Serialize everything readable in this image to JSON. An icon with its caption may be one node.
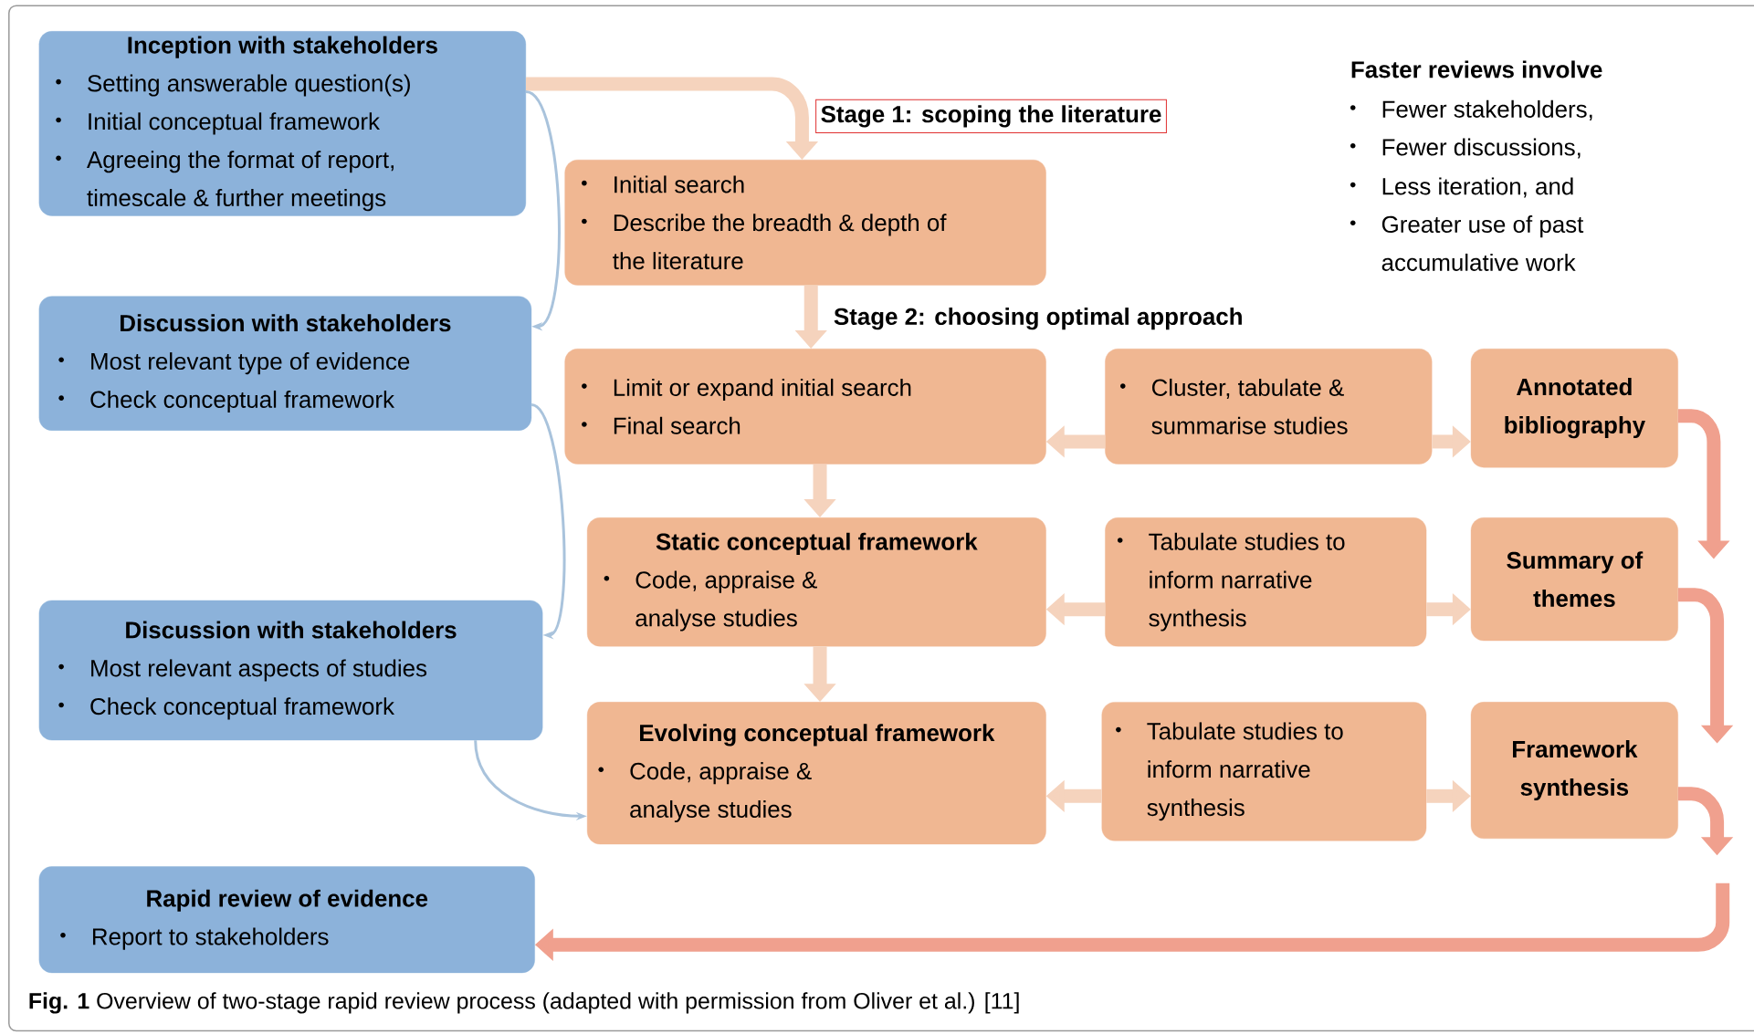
{
  "diagram": {
    "caption": "**Fig. 1** Overview of two-stage rapid review process (adapted with permission from Oliver et al.) [11]",
    "nodes": [
      {
        "text": [
          "Inception with stakeholders",
          "Setting answerable question(s)",
          "Initial conceptual framework",
          "Agreeing the format of report, timescale & further meetings"
        ]
      },
      {
        "text": [
          "Discussion with stakeholders",
          "Most relevant type of evidence",
          "Check conceptual framework"
        ]
      },
      {
        "text": [
          "Discussion with stakeholders",
          "Most relevant aspects of studies",
          "Check conceptual framework"
        ]
      },
      {
        "text": [
          "Rapid review of evidence",
          "Report to stakeholders"
        ]
      },
      {
        "text": [
          "Initial search",
          "Describe the breadth & depth of the literature"
        ]
      },
      {
        "text": [
          "Limit or expand initial search",
          "Final search"
        ]
      },
      {
        "text": [
          "Cluster, tabulate & summarise studies"
        ]
      },
      {
        "text": [
          "Annotated bibliography"
        ]
      },
      {
        "text": [
          "Static conceptual framework",
          "Code, appraise & analyse studies"
        ]
      },
      {
        "text": [
          "Tabulate studies to inform narrative synthesis"
        ]
      },
      {
        "text": [
          "Summary of themes"
        ]
      },
      {
        "text": [
          "Evolving conceptual framework",
          "Code, appraise & analyse studies"
        ]
      },
      {
        "text": [
          "Tabulate studies to inform narrative synthesis"
        ]
      },
      {
        "text": [
          "Framework synthesis"
        ]
      }
    ],
    "edges": [
      {
        "from": 0,
        "to": 4,
        "arrow": "to"
      },
      {
        "from": 0,
        "to": 1,
        "arrow": "to",
        "color": "#a9c3dc"
      },
      {
        "from": 1,
        "to": 2,
        "arrow": "to",
        "color": "#a9c3dc"
      },
      {
        "from": 2,
        "to": 11,
        "arrow": "to",
        "color": "#a9c3dc"
      },
      {
        "from": 4,
        "to": 5,
        "arrow": "to"
      },
      {
        "from": 5,
        "to": 8,
        "arrow": "to"
      },
      {
        "from": 8,
        "to": 11,
        "arrow": "to"
      },
      {
        "from": 6,
        "to": 5,
        "arrow": "to"
      },
      {
        "from": 6,
        "to": 7,
        "arrow": "to"
      },
      {
        "from": 9,
        "to": 8,
        "arrow": "to"
      },
      {
        "from": 9,
        "to": 10,
        "arrow": "to"
      },
      {
        "from": 12,
        "to": 11,
        "arrow": "to"
      },
      {
        "from": 12,
        "to": 13,
        "arrow": "to"
      },
      {
        "from": 7,
        "to": null,
        "arrow": "to",
        "color": "#f0a08e"
      },
      {
        "from": 10,
        "to": null,
        "arrow": "to",
        "color": "#f0a08e"
      },
      {
        "from": 13,
        "to": null,
        "arrow": "to",
        "color": "#f0a08e"
      },
      {
        "from": null,
        "to": 3,
        "arrow": "to",
        "color": "#f0a08e"
      }
    ],
    "labels": [
      "Stage 1: scoping the literature",
      "Faster reviews involve",
      "Fewer stakeholders,",
      "Fewer discussions,",
      "Less iteration, and",
      "Greater use of past accumulative work",
      "Stage 2: choosing optimal approach"
    ]
  }
}
